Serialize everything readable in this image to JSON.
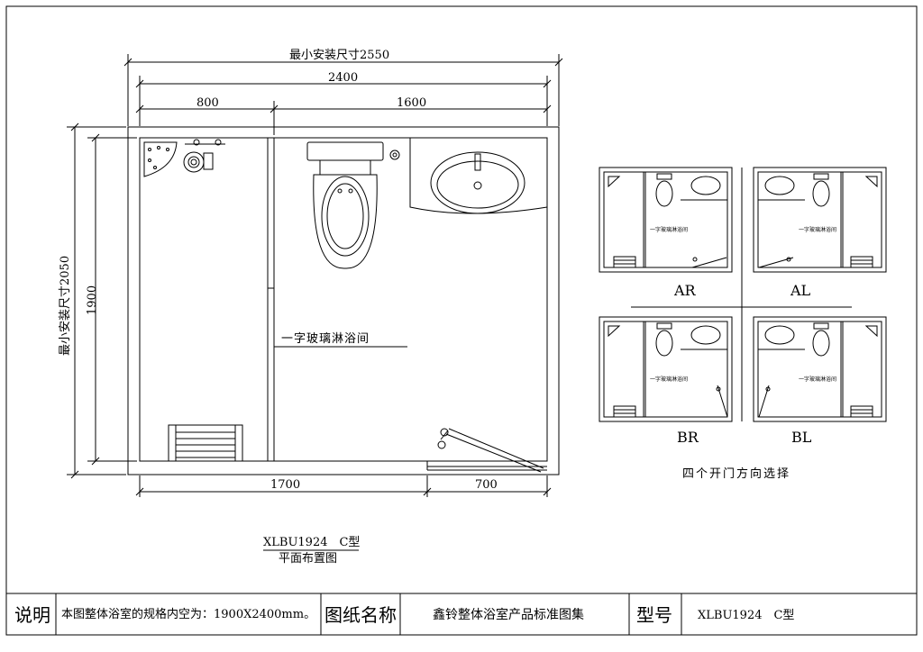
{
  "drawing": {
    "dims": {
      "min_install_width": "最小安装尺寸2550",
      "total_width": "2400",
      "left_width": "800",
      "right_width": "1600",
      "min_install_depth": "最小安装尺寸2050",
      "depth": "1900",
      "bottom_left": "1700",
      "bottom_right": "700"
    },
    "shower_label": "一字玻璃淋浴间",
    "model_label": "XLBU1924　C型",
    "view_label": "平面布置图",
    "variants": [
      {
        "code": "AR",
        "small_label": "一字玻璃淋浴间"
      },
      {
        "code": "AL",
        "small_label": "一字玻璃淋浴间"
      },
      {
        "code": "BR",
        "small_label": "一字玻璃淋浴间"
      },
      {
        "code": "BL",
        "small_label": "一字玻璃淋浴间"
      }
    ],
    "variants_caption": "四个开门方向选择"
  },
  "title_block": {
    "note_heading": "说明",
    "note_text": "本图整体浴室的规格内空为：1900X2400mm。",
    "drawing_name_heading": "图纸名称",
    "drawing_name": "鑫铃整体浴室产品标准图集",
    "model_heading": "型号",
    "model_value": "XLBU1924　C型"
  }
}
